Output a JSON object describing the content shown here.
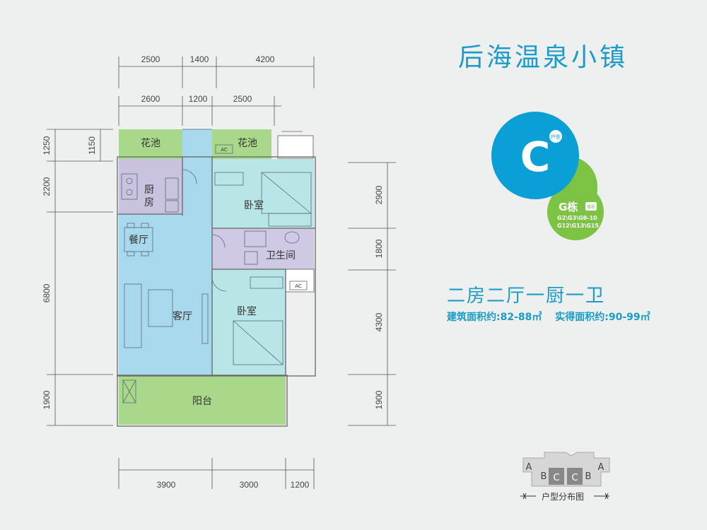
{
  "project_title": "后海温泉小镇",
  "unit_badge": {
    "letter": "C",
    "type_label": "户型",
    "building": "G栋",
    "building_sub": "楼栋",
    "buildings_line1": "G2\\G3\\G8-10",
    "buildings_line2": "G12\\G13\\G15",
    "colors": {
      "primary": "#0a9fd5",
      "secondary": "#7cc243"
    }
  },
  "layout_title": "二房二厅一厨一卫",
  "area": {
    "built": "建筑面积约:82-88㎡",
    "actual": "实得面积约:90-99㎡"
  },
  "rooms": {
    "planter_left": "花池",
    "planter_right": "花池",
    "kitchen_1": "厨",
    "kitchen_2": "房",
    "dining": "餐厅",
    "living": "客厅",
    "bedroom_top": "卧室",
    "bathroom": "卫生间",
    "bedroom_bottom": "卧室",
    "balcony": "阳台",
    "ac_1": "AC",
    "ac_2": "AC"
  },
  "dimensions": {
    "top_row1": [
      "2500",
      "1400",
      "4200"
    ],
    "top_row2": [
      "2600",
      "1200",
      "2500"
    ],
    "left_outer": [
      "1250",
      "6800",
      "1900"
    ],
    "left_inner": [
      "1150",
      "2200"
    ],
    "right": [
      "2900",
      "1800",
      "4300",
      "1900"
    ],
    "bottom": [
      "3900",
      "3000",
      "1200"
    ]
  },
  "distribution": {
    "labels": [
      "A",
      "B",
      "C",
      "C",
      "B",
      "A"
    ],
    "highlight": [
      "C",
      "C"
    ],
    "caption": "户型分布图"
  },
  "colors": {
    "living_fill": "#a8d8ec",
    "kitchen_fill": "#c9c3e0",
    "bedroom_fill": "#b8e6e6",
    "planter_fill": "#a8d88a",
    "bath_fill": "#cfc9e4",
    "title_blue": "#1a9bc8"
  }
}
